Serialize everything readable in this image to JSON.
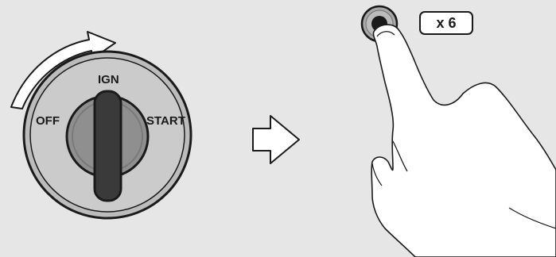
{
  "ignition_switch": {
    "positions": {
      "off": "OFF",
      "ign": "IGN",
      "start": "START"
    }
  },
  "press_count": "x 6",
  "icons": {
    "rotate": "curved-arrow-icon",
    "next_step": "right-arrow-icon",
    "hand": "pointing-hand-icon",
    "button": "push-button-icon"
  },
  "colors": {
    "background": "#e6e6e6",
    "switch_face": "#c8c8c8",
    "key_barrel": "#8a8a8a",
    "key_blade": "#3a3a3a",
    "outline": "#1a1a1a"
  }
}
